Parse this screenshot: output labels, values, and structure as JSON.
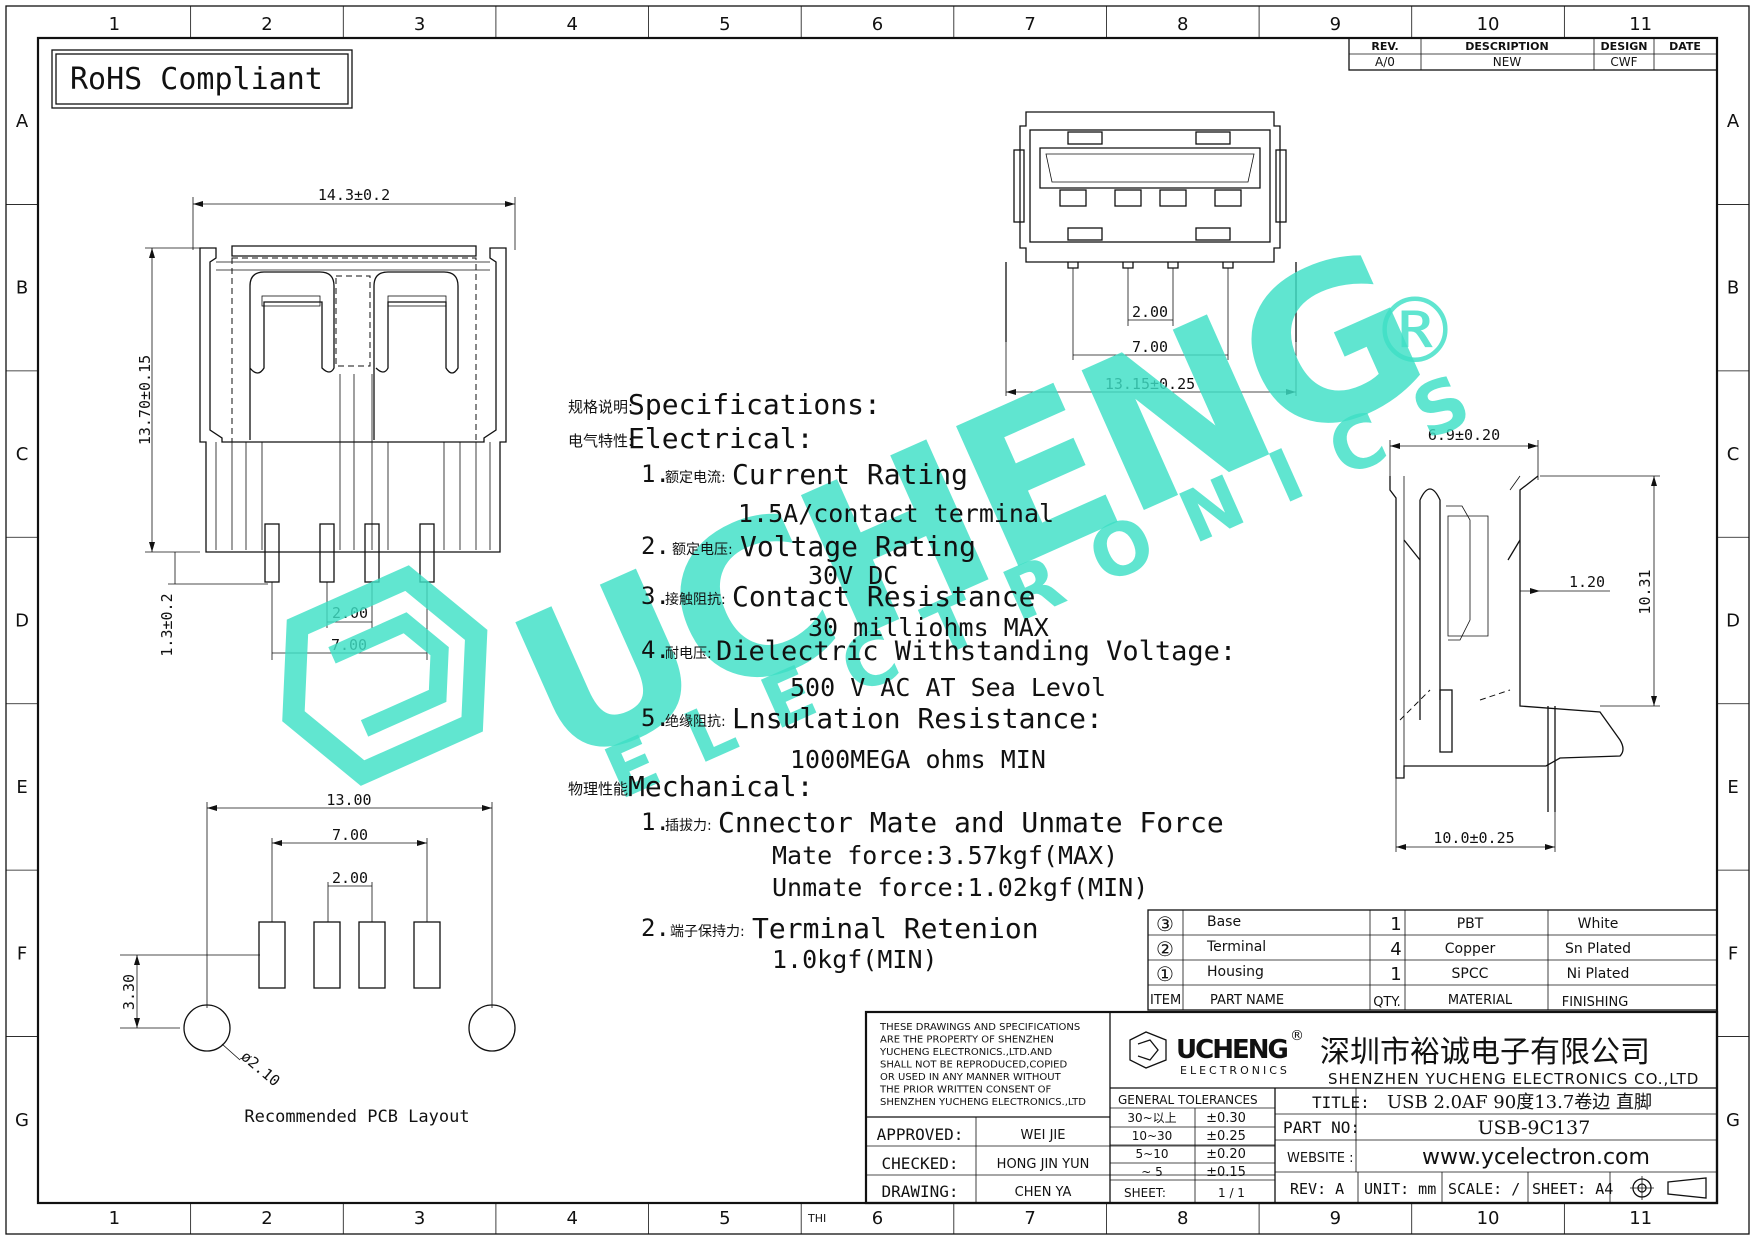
{
  "frame": {
    "columns": [
      "1",
      "2",
      "3",
      "4",
      "5",
      "6",
      "7",
      "8",
      "9",
      "10",
      "11"
    ],
    "rows": [
      "A",
      "B",
      "C",
      "D",
      "E",
      "F",
      "G"
    ],
    "bottom_mark": "THI"
  },
  "rohs": "RoHS Compliant",
  "revision": {
    "headers": [
      "REV.",
      "DESCRIPTION",
      "DESIGN",
      "DATE"
    ],
    "row": [
      "A/0",
      "NEW",
      "CWF",
      ""
    ]
  },
  "front_view": {
    "width_dim": "14.3±0.2",
    "height_dim": "13.70±0.15",
    "pin_len_dim": "1.3±0.2",
    "pitch_dim": "2.00",
    "span_dim": "7.00"
  },
  "top_view": {
    "pitch_dim": "2.00",
    "span_dim": "7.00",
    "width_dim": "13.15±0.25"
  },
  "side_view": {
    "depth_dim": "6.9±0.20",
    "height_dim": "10.31",
    "thick_dim": "1.20",
    "base_dim": "10.0±0.25"
  },
  "pcb_layout": {
    "outer_dim": "13.00",
    "span_dim": "7.00",
    "pitch_dim": "2.00",
    "row_dim": "3.30",
    "hole_dim": "ø2.10",
    "caption": "Recommended PCB Layout"
  },
  "specs": {
    "title_cn": "规格说明:",
    "title": "Specifications:",
    "electrical_cn": "电气特性:",
    "electrical": "Electrical:",
    "items": [
      {
        "num": "1.",
        "cn": "额定电流:",
        "label": "Current Rating",
        "values": [
          "1.5A/contact terminal"
        ]
      },
      {
        "num": "2.",
        "cn": "额定电压:",
        "label": "Voltage Rating",
        "values": [
          "30V DC"
        ]
      },
      {
        "num": "3.",
        "cn": "接触阻抗:",
        "label": "Contact Resistance",
        "values": [
          "30 milliohms MAX"
        ]
      },
      {
        "num": "4.",
        "cn": "耐电压:",
        "label": "Dielectric Withstanding Voltage:",
        "values": [
          "500 V AC AT Sea Levol"
        ]
      },
      {
        "num": "5.",
        "cn": "绝缘阻抗:",
        "label": "Lnsulation Resistance:",
        "values": [
          "1000MEGA ohms MIN"
        ]
      }
    ],
    "mechanical_cn": "物理性能:",
    "mechanical": "Mechanical:",
    "mech_items": [
      {
        "num": "1.",
        "cn": "插拔力:",
        "label": "Cnnector Mate and Unmate Force",
        "values": [
          "Mate force:3.57kgf(MAX)",
          "Unmate force:1.02kgf(MIN)"
        ]
      },
      {
        "num": "2.",
        "cn": "端子保持力:",
        "label": "Terminal Retenion",
        "values": [
          "1.0kgf(MIN)"
        ]
      }
    ]
  },
  "bom": {
    "rows": [
      {
        "item": "③",
        "name": "Base",
        "qty": "1",
        "material": "PBT",
        "finish": "White"
      },
      {
        "item": "②",
        "name": "Terminal",
        "qty": "4",
        "material": "Copper",
        "finish": "Sn Plated"
      },
      {
        "item": "①",
        "name": "Housing",
        "qty": "1",
        "material": "SPCC",
        "finish": "Ni Plated"
      }
    ],
    "headers": {
      "item": "ITEM",
      "name": "PART NAME",
      "qty": "QTY.",
      "material": "MATERIAL",
      "finish": "FINISHING"
    }
  },
  "title_block": {
    "notice": [
      "THESE DRAWINGS AND SPECIFICATIONS",
      "ARE THE PROPERTY OF SHENZHEN",
      "YUCHENG ELECTRONICS.,LTD.AND",
      "SHALL NOT BE REPRODUCED,COPIED",
      "OR USED IN ANY MANNER WITHOUT",
      "THE PRIOR WRITTEN CONSENT OF",
      "SHENZHEN YUCHENG ELECTRONICS.,LTD"
    ],
    "logo_name": "UCHENG",
    "logo_sub": "ELECTRONICS",
    "logo_reg": "®",
    "company_cn": "深圳市裕诚电子有限公司",
    "company_en": "SHENZHEN YUCHENG ELECTRONICS CO.,LTD",
    "tol_header": "GENERAL TOLERANCES",
    "tolerances": [
      [
        "30~以上",
        "±0.30"
      ],
      [
        "10~30",
        "±0.25"
      ],
      [
        "5~10",
        "±0.20"
      ],
      [
        "~ 5",
        "±0.15"
      ]
    ],
    "sheet_label": "SHEET:",
    "sheet": "1 / 1",
    "approved_label": "APPROVED:",
    "approved": "WEI JIE",
    "checked_label": "CHECKED:",
    "checked": "HONG JIN YUN",
    "drawing_label": "DRAWING:",
    "drawing": "CHEN YA",
    "title_label": "TITLE:",
    "title": "USB 2.0AF 90度13.7卷边 直脚",
    "part_label": "PART NO:",
    "part_no": "USB-9C137",
    "website_label": "WEBSITE :",
    "website": "www.ycelectron.com",
    "rev_label": "REV: A",
    "unit_label": "UNIT: mm",
    "scale_label": "SCALE: /",
    "sheet_size": "SHEET: A4"
  },
  "watermark": {
    "main": "UCHENG",
    "sub": "ELECTRONICS",
    "reg": "®",
    "color": "#3ee0c6"
  }
}
